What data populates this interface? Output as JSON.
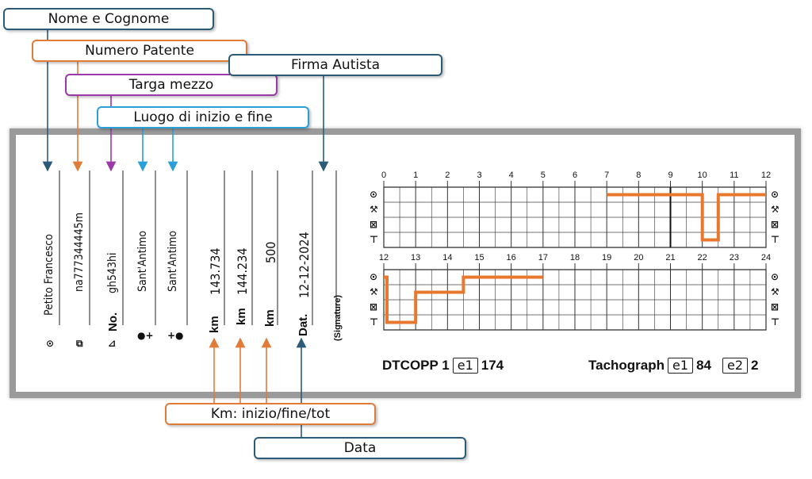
{
  "callouts": {
    "nome": "Nome e Cognome",
    "patente": "Numero Patente",
    "targa": "Targa mezzo",
    "firma": "Firma Autista",
    "luogo": "Luogo di inizio e fine",
    "km": "Km: inizio/fine/tot",
    "data": "Data"
  },
  "card": {
    "name_value": "Petito Francesco",
    "license_value": "na777344445m",
    "plate_label": "No.",
    "plate_value": "gh543hi",
    "start_place": "Sant'Antimo",
    "end_place": "Sant'Antimo",
    "km_start_label": "km",
    "km_start_value": "143.734",
    "km_end_label": "km",
    "km_end_value": "144.234",
    "km_total_label": "km",
    "km_total_value": "500",
    "date_label": "Dat.",
    "date_value": "12-12-2024",
    "signature_label": "(Signature)",
    "footer_left": "DTCOPP 1",
    "footer_left_badge": "e1",
    "footer_left_num": "174",
    "footer_right": "Tachograph",
    "footer_right_badge1": "e1",
    "footer_right_num1": "84",
    "footer_right_badge2": "e2",
    "footer_right_num2": "2"
  },
  "colors": {
    "trace": "#e8782e",
    "callout_dark": "#2b5b79",
    "callout_orange": "#e07b39",
    "callout_purple": "#9b3aa8",
    "callout_blue": "#2a9fd8"
  },
  "icons": [
    "rest-bed-icon",
    "work-hammers-icon",
    "availability-box-icon",
    "driving-wheel-icon"
  ],
  "chart_data": {
    "type": "line",
    "title": "",
    "x_unit": "hours",
    "rows": [
      {
        "ticks": [
          "0",
          "1",
          "2",
          "3",
          "4",
          "5",
          "6",
          "7",
          "8",
          "9",
          "10",
          "11",
          "12"
        ],
        "xlim": [
          0,
          12
        ]
      },
      {
        "ticks": [
          "12",
          "13",
          "14",
          "15",
          "16",
          "17",
          "18",
          "19",
          "20",
          "21",
          "22",
          "23",
          "24"
        ],
        "xlim": [
          12,
          24
        ]
      }
    ],
    "activity_levels": [
      "rest",
      "work",
      "availability",
      "driving"
    ],
    "series": [
      {
        "trace": [
          [
            7,
            0
          ],
          [
            10,
            0
          ],
          [
            10,
            3
          ],
          [
            10.5,
            3
          ],
          [
            10.5,
            0
          ],
          [
            12,
            0
          ]
        ]
      },
      {
        "trace": [
          [
            12,
            0
          ],
          [
            12.1,
            0
          ],
          [
            12.1,
            3
          ],
          [
            13,
            3
          ],
          [
            13,
            1
          ],
          [
            14.5,
            1
          ],
          [
            14.5,
            0
          ],
          [
            17,
            0
          ]
        ]
      }
    ]
  }
}
